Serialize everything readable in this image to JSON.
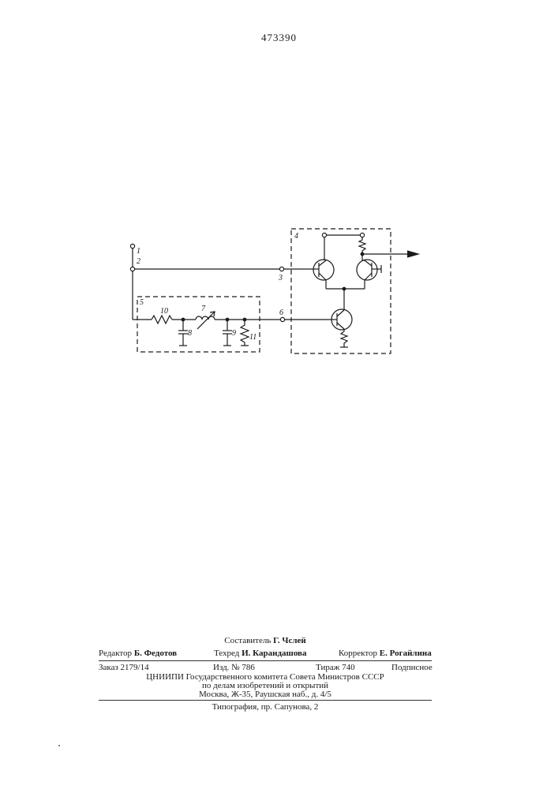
{
  "patent_number": "473390",
  "diagram_labels": {
    "input_1": "1",
    "input_2": "2",
    "node_3": "3",
    "block_4": "4",
    "block_5": "5",
    "node_6": "6",
    "inductor_7": "7",
    "capacitor_8": "8",
    "capacitor_9": "9",
    "resistor_10": "10",
    "resistor_11": "11"
  },
  "imprint": {
    "compiler": {
      "role": "Составитель",
      "name": "Г. Чслей"
    },
    "editor": {
      "role": "Редактор",
      "name": "Б. Федотов"
    },
    "techred": {
      "role": "Техред",
      "name": "И. Карандашова"
    },
    "corrector": {
      "role": "Корректор",
      "name": "Е. Рогайлина"
    },
    "order": "Заказ 2179/14",
    "edition": "Изд. № 786",
    "circulation": "Тираж 740",
    "subscription": "Подписное",
    "org_line1": "ЦНИИПИ Государственного комитета Совета Министров СССР",
    "org_line2": "по делам изобретений и открытий",
    "org_line3": "Москва, Ж-35, Раушская наб., д. 4/5",
    "printing": "Типография, пр. Сапунова, 2"
  }
}
